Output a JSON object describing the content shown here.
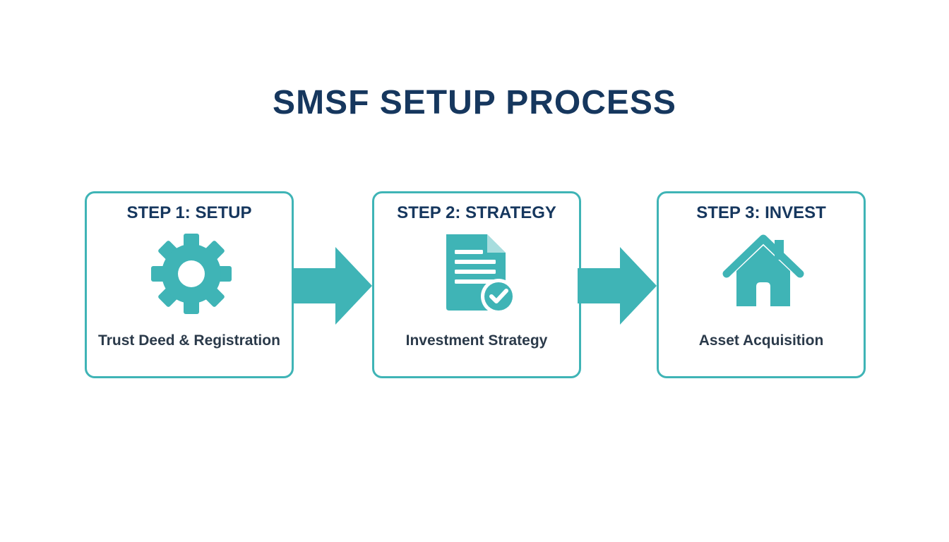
{
  "title": "SMSF SETUP PROCESS",
  "colors": {
    "accent": "#3fb4b6",
    "heading": "#16375e",
    "caption": "#2b3a4a",
    "background": "#ffffff"
  },
  "steps": [
    {
      "heading": "STEP 1: SETUP",
      "icon": "gear-icon",
      "caption": "Trust Deed & Registration"
    },
    {
      "heading": "STEP 2: STRATEGY",
      "icon": "document-check-icon",
      "caption": "Investment Strategy"
    },
    {
      "heading": "STEP 3: INVEST",
      "icon": "house-icon",
      "caption": "Asset Acquisition"
    }
  ],
  "connectors": [
    {
      "from": "STEP 1: SETUP",
      "to": "STEP 2: STRATEGY",
      "icon": "arrow-right-icon"
    },
    {
      "from": "STEP 2: STRATEGY",
      "to": "STEP 3: INVEST",
      "icon": "arrow-right-icon"
    }
  ]
}
